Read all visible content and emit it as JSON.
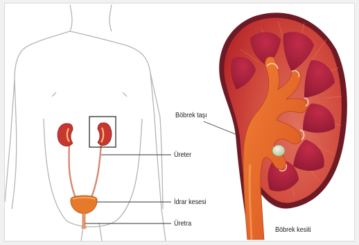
{
  "labels": {
    "ureter": "Üreter",
    "bladder": "İdrar kesesi",
    "urethra": "Üretra",
    "stone": "Böbrek taşı",
    "section": "Böbrek kesiti"
  },
  "colors": {
    "cortex": "#c8362f",
    "pyramid": "#a9203a",
    "pelvis": "#e1642a",
    "capsule": "#7a1e2b",
    "stone": "#d9dfc0",
    "body_outline": "#b4b4b4"
  }
}
